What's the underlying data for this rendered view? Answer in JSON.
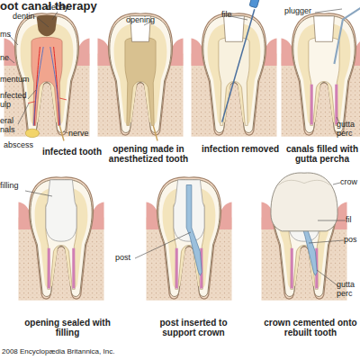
{
  "diagram": {
    "title": "oot canal therapy",
    "labels": [
      "dentin",
      "decay",
      "ms",
      "ne",
      "mentum",
      "nfected ulp",
      "eral nals",
      "abscess",
      "nerve",
      "infected tooth",
      "opening",
      "opening made in anesthetized tooth",
      "file",
      "infection removed",
      "plugger",
      "canals filled with gutta percha",
      "gutta perc",
      "filling",
      "opening sealed with filling",
      "post",
      "post inserted to support crown",
      "crow",
      "fil",
      "pos",
      "gutta perc",
      "crown cemented onto rebuilt tooth",
      "2008 Encyclopædia Britannica, Inc."
    ]
  }
}
